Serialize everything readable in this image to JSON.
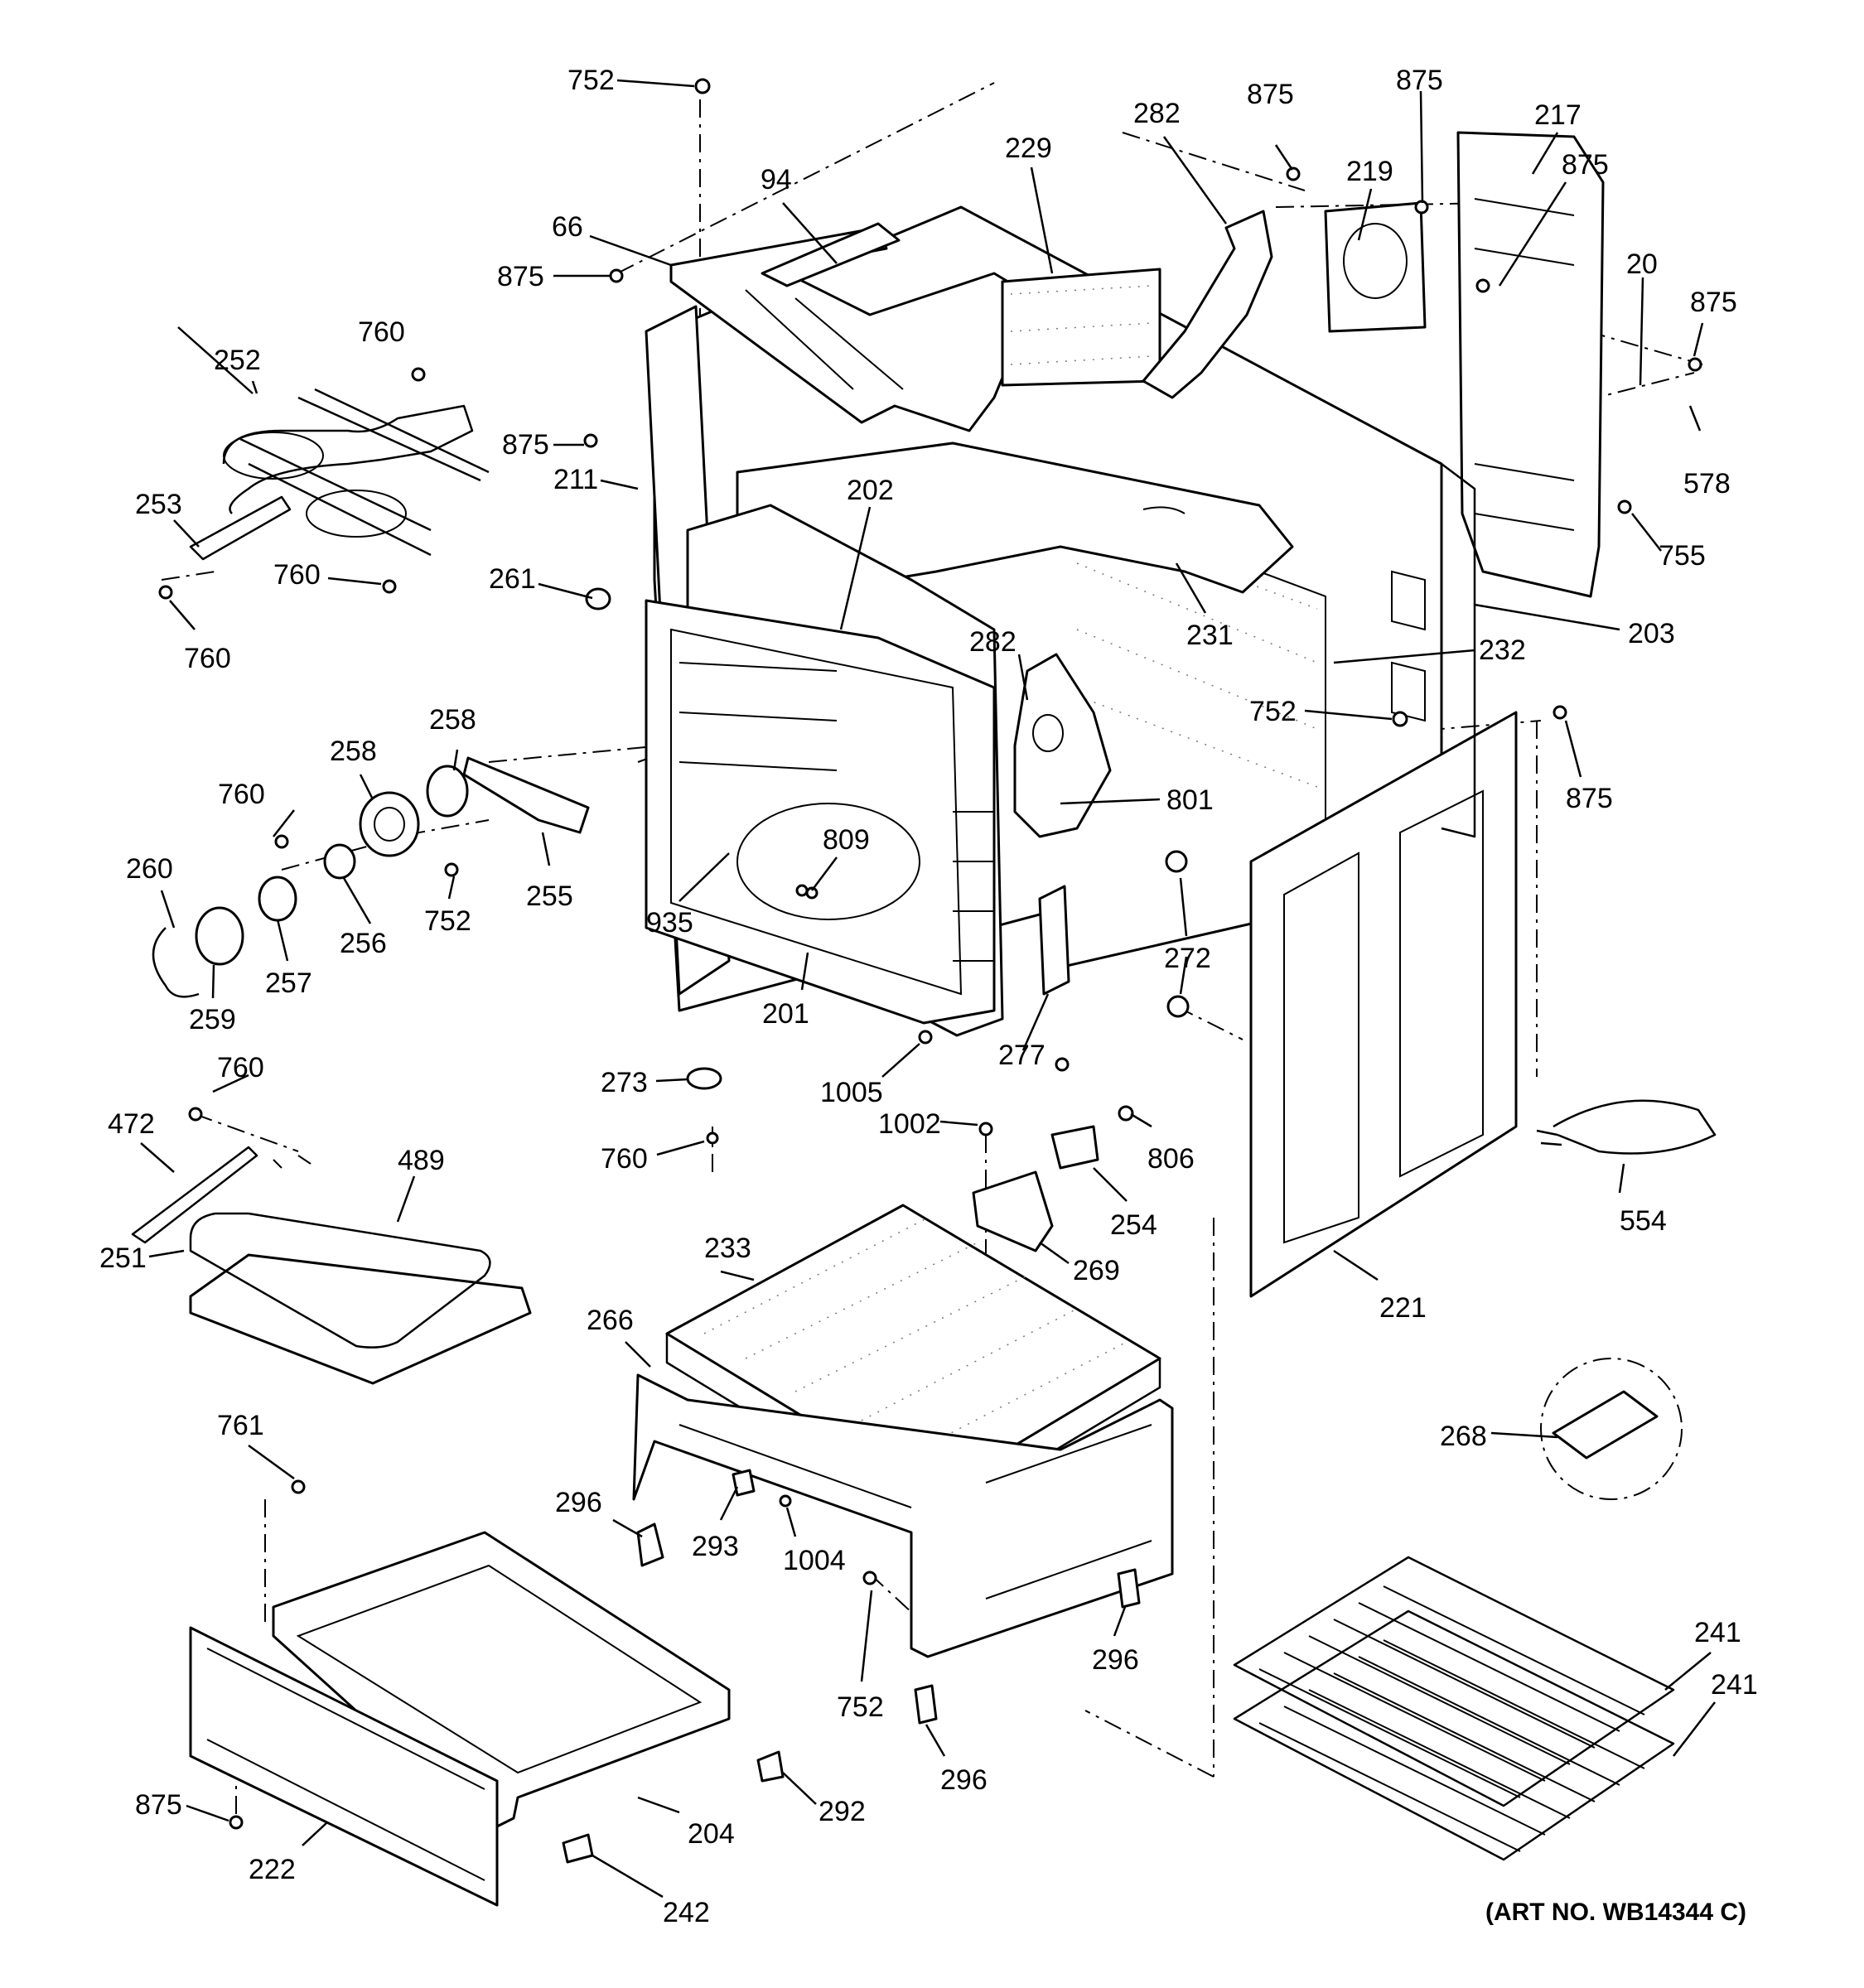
{
  "figure": {
    "art_number": "(ART NO. WB14344 C)"
  },
  "callouts": [
    {
      "id": "c01",
      "text": "752"
    },
    {
      "id": "c02",
      "text": "94"
    },
    {
      "id": "c03",
      "text": "66"
    },
    {
      "id": "c04",
      "text": "875"
    },
    {
      "id": "c05",
      "text": "760"
    },
    {
      "id": "c06",
      "text": "252"
    },
    {
      "id": "c07",
      "text": "875"
    },
    {
      "id": "c08",
      "text": "211"
    },
    {
      "id": "c09",
      "text": "253"
    },
    {
      "id": "c10",
      "text": "760"
    },
    {
      "id": "c11",
      "text": "760"
    },
    {
      "id": "c12",
      "text": "261"
    },
    {
      "id": "c13",
      "text": "202"
    },
    {
      "id": "c14",
      "text": "229"
    },
    {
      "id": "c15",
      "text": "282"
    },
    {
      "id": "c16",
      "text": "875"
    },
    {
      "id": "c17",
      "text": "875"
    },
    {
      "id": "c18",
      "text": "219"
    },
    {
      "id": "c19",
      "text": "217"
    },
    {
      "id": "c20",
      "text": "875"
    },
    {
      "id": "c21",
      "text": "20"
    },
    {
      "id": "c22",
      "text": "875"
    },
    {
      "id": "c23",
      "text": "578"
    },
    {
      "id": "c24",
      "text": "755"
    },
    {
      "id": "c25",
      "text": "203"
    },
    {
      "id": "c26",
      "text": "232"
    },
    {
      "id": "c27",
      "text": "231"
    },
    {
      "id": "c28",
      "text": "282"
    },
    {
      "id": "c29",
      "text": "752"
    },
    {
      "id": "c30",
      "text": "875"
    },
    {
      "id": "c31",
      "text": "801"
    },
    {
      "id": "c32",
      "text": "258"
    },
    {
      "id": "c33",
      "text": "258"
    },
    {
      "id": "c34",
      "text": "760"
    },
    {
      "id": "c35",
      "text": "260"
    },
    {
      "id": "c36",
      "text": "256"
    },
    {
      "id": "c37",
      "text": "752"
    },
    {
      "id": "c38",
      "text": "255"
    },
    {
      "id": "c39",
      "text": "257"
    },
    {
      "id": "c40",
      "text": "259"
    },
    {
      "id": "c41",
      "text": "809"
    },
    {
      "id": "c42",
      "text": "935"
    },
    {
      "id": "c43",
      "text": "201"
    },
    {
      "id": "c44",
      "text": "272"
    },
    {
      "id": "c45",
      "text": "277"
    },
    {
      "id": "c46",
      "text": "1005"
    },
    {
      "id": "c47",
      "text": "273"
    },
    {
      "id": "c48",
      "text": "760"
    },
    {
      "id": "c49",
      "text": "760"
    },
    {
      "id": "c50",
      "text": "472"
    },
    {
      "id": "c51",
      "text": "489"
    },
    {
      "id": "c52",
      "text": "251"
    },
    {
      "id": "c53",
      "text": "1002"
    },
    {
      "id": "c54",
      "text": "806"
    },
    {
      "id": "c55",
      "text": "254"
    },
    {
      "id": "c56",
      "text": "269"
    },
    {
      "id": "c57",
      "text": "233"
    },
    {
      "id": "c58",
      "text": "266"
    },
    {
      "id": "c59",
      "text": "554"
    },
    {
      "id": "c60",
      "text": "221"
    },
    {
      "id": "c61",
      "text": "268"
    },
    {
      "id": "c62",
      "text": "761"
    },
    {
      "id": "c63",
      "text": "296"
    },
    {
      "id": "c64",
      "text": "293"
    },
    {
      "id": "c65",
      "text": "1004"
    },
    {
      "id": "c66",
      "text": "296"
    },
    {
      "id": "c67",
      "text": "752"
    },
    {
      "id": "c68",
      "text": "296"
    },
    {
      "id": "c69",
      "text": "241"
    },
    {
      "id": "c70",
      "text": "241"
    },
    {
      "id": "c71",
      "text": "875"
    },
    {
      "id": "c72",
      "text": "222"
    },
    {
      "id": "c73",
      "text": "204"
    },
    {
      "id": "c74",
      "text": "292"
    },
    {
      "id": "c75",
      "text": "242"
    }
  ]
}
